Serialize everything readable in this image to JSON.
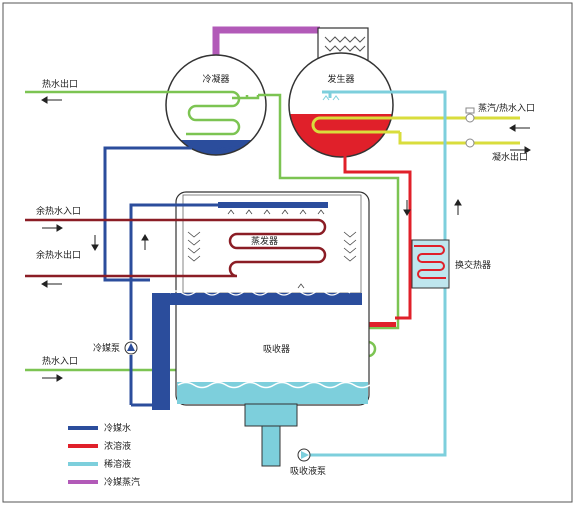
{
  "colors": {
    "refrigerant_water": "#2b4d9c",
    "concentrated_solution": "#e0202a",
    "dilute_solution": "#7dcfdc",
    "refrigerant_vapor": "#b25ab8",
    "hot_water": "#7cc452",
    "steam_line": "#d9dd3c",
    "outline": "#333333"
  },
  "labels": {
    "condenser": "冷凝器",
    "generator": "发生器",
    "evaporator": "蒸发器",
    "absorber": "吸收器",
    "heat_exchanger": "换交热器",
    "refrigerant_pump": "冷媒泵",
    "absorption_pump": "吸收液泵",
    "hot_water_outlet": "热水出口",
    "hot_water_inlet": "热水入口",
    "waste_heat_inlet": "余热水入口",
    "waste_heat_outlet": "余热水出口",
    "steam_inlet": "蒸汽/热水入口",
    "condensate_outlet": "凝水出口"
  },
  "legend": [
    {
      "label": "冷媒水",
      "color": "#2b4d9c"
    },
    {
      "label": "浓溶液",
      "color": "#e0202a"
    },
    {
      "label": "稀溶液",
      "color": "#7dcfdc"
    },
    {
      "label": "冷媒蒸汽",
      "color": "#b25ab8"
    }
  ]
}
